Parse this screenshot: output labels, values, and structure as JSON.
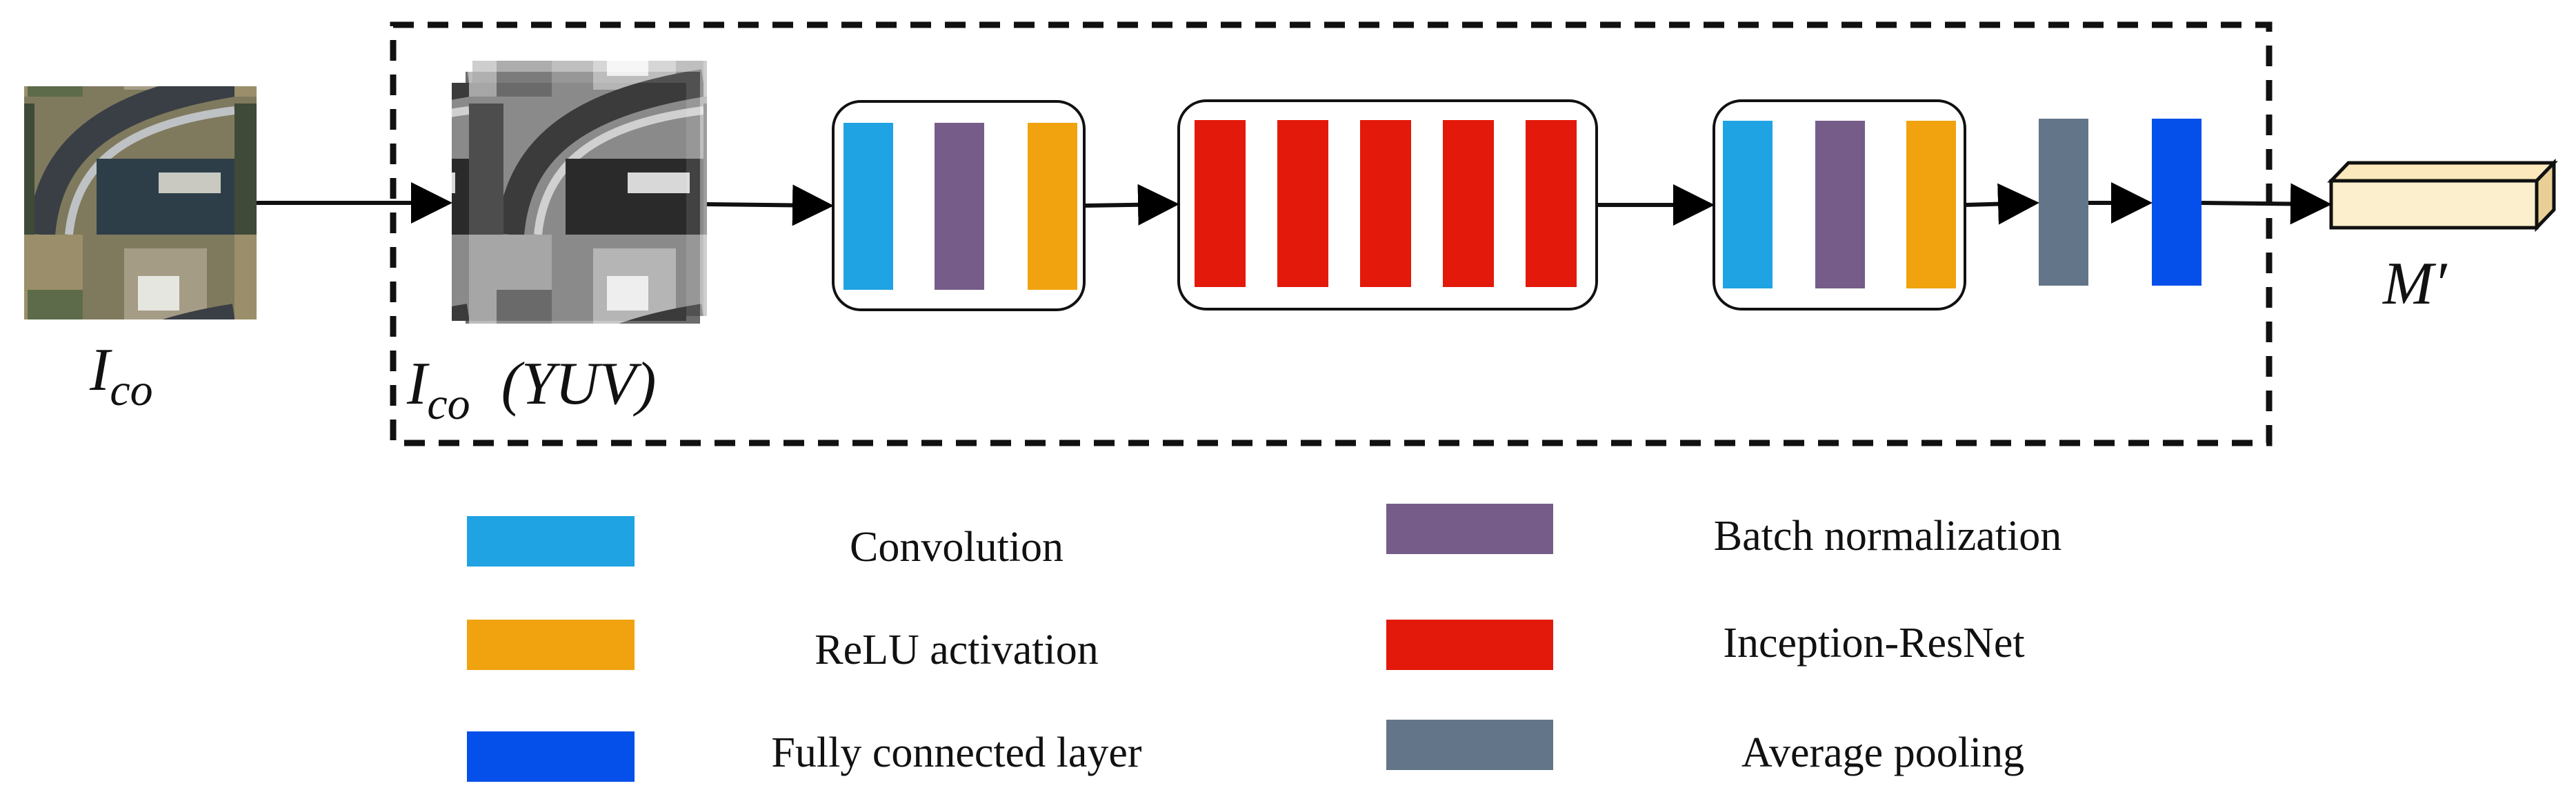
{
  "input_label": {
    "base": "I",
    "sub": "co"
  },
  "yuv_label": {
    "base": "I",
    "sub": "co",
    "suffix": "(YUV)"
  },
  "output_label": "M′",
  "colors": {
    "convolution": "#1fa3e3",
    "batch_norm": "#765d89",
    "relu": "#f0a30f",
    "inception": "#e3190b",
    "avg_pool": "#637588",
    "fully_connected": "#0550eb"
  },
  "legend": [
    {
      "key": "convolution",
      "label": "Convolution"
    },
    {
      "key": "batch_norm",
      "label": "Batch normalization"
    },
    {
      "key": "relu",
      "label": "ReLU activation"
    },
    {
      "key": "inception",
      "label": "Inception-ResNet"
    },
    {
      "key": "fully_connected",
      "label": "Fully connected layer"
    },
    {
      "key": "avg_pool",
      "label": "Average pooling"
    }
  ]
}
